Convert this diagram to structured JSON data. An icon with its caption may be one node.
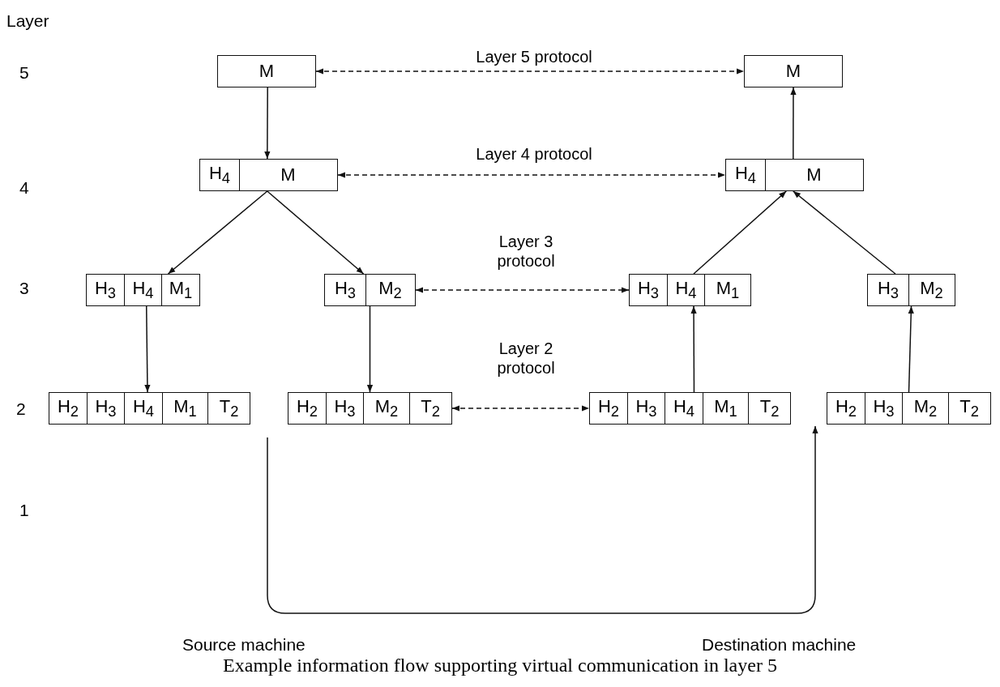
{
  "diagram": {
    "caption": "Example information flow supporting virtual communication in layer 5",
    "nodes": [
      {
        "text": [
          "M"
        ]
      },
      {
        "text": [
          "M"
        ]
      },
      {
        "text": [
          "H$_{4}$",
          "M"
        ]
      },
      {
        "text": [
          "H$_{4}$",
          "M"
        ]
      },
      {
        "text": [
          "H$_{3}$",
          "H$_{4}$",
          "M$_{1}$"
        ]
      },
      {
        "text": [
          "H$_{3}$",
          "M$_{2}$"
        ]
      },
      {
        "text": [
          "H$_{3}$",
          "H$_{4}$",
          "M$_{1}$"
        ]
      },
      {
        "text": [
          "H$_{3}$",
          "M$_{2}$"
        ]
      },
      {
        "text": [
          "H$_{2}$",
          "H$_{3}$",
          "H$_{4}$",
          "M$_{1}$",
          "T$_{2}$"
        ]
      },
      {
        "text": [
          "H$_{2}$",
          "H$_{3}$",
          "M$_{2}$",
          "T$_{2}$"
        ]
      },
      {
        "text": [
          "H$_{2}$",
          "H$_{3}$",
          "H$_{4}$",
          "M$_{1}$",
          "T$_{2}$"
        ]
      },
      {
        "text": [
          "H$_{2}$",
          "H$_{3}$",
          "M$_{2}$",
          "T$_{2}$"
        ]
      }
    ],
    "edges": [
      {
        "from": 0,
        "to": 1,
        "arrow": "both",
        "style": "dashed",
        "label": "Layer 5 protocol"
      },
      {
        "from": 0,
        "to": 2,
        "arrow": "to"
      },
      {
        "from": 2,
        "to": 3,
        "arrow": "both",
        "style": "dashed",
        "label": "Layer 4 protocol"
      },
      {
        "from": 3,
        "to": 1,
        "arrow": "to"
      },
      {
        "from": 2,
        "to": 4,
        "arrow": "to"
      },
      {
        "from": 2,
        "to": 5,
        "arrow": "to"
      },
      {
        "from": 5,
        "to": 6,
        "arrow": "both",
        "style": "dashed",
        "label": "Layer 3 protocol"
      },
      {
        "from": 6,
        "to": 3,
        "arrow": "to"
      },
      {
        "from": 7,
        "to": 3,
        "arrow": "to"
      },
      {
        "from": 4,
        "to": 8,
        "arrow": "to"
      },
      {
        "from": 5,
        "to": 9,
        "arrow": "to"
      },
      {
        "from": 9,
        "to": 10,
        "arrow": "both",
        "style": "dashed",
        "label": "Layer 2 protocol"
      },
      {
        "from": 10,
        "to": 6,
        "arrow": "to"
      },
      {
        "from": 11,
        "to": 7,
        "arrow": "to"
      },
      {
        "from": null,
        "to": 11,
        "arrow": "to"
      }
    ],
    "labels": [
      "Layer",
      "5",
      "4",
      "3",
      "2",
      "1",
      "Source machine",
      "Destination machine"
    ]
  }
}
